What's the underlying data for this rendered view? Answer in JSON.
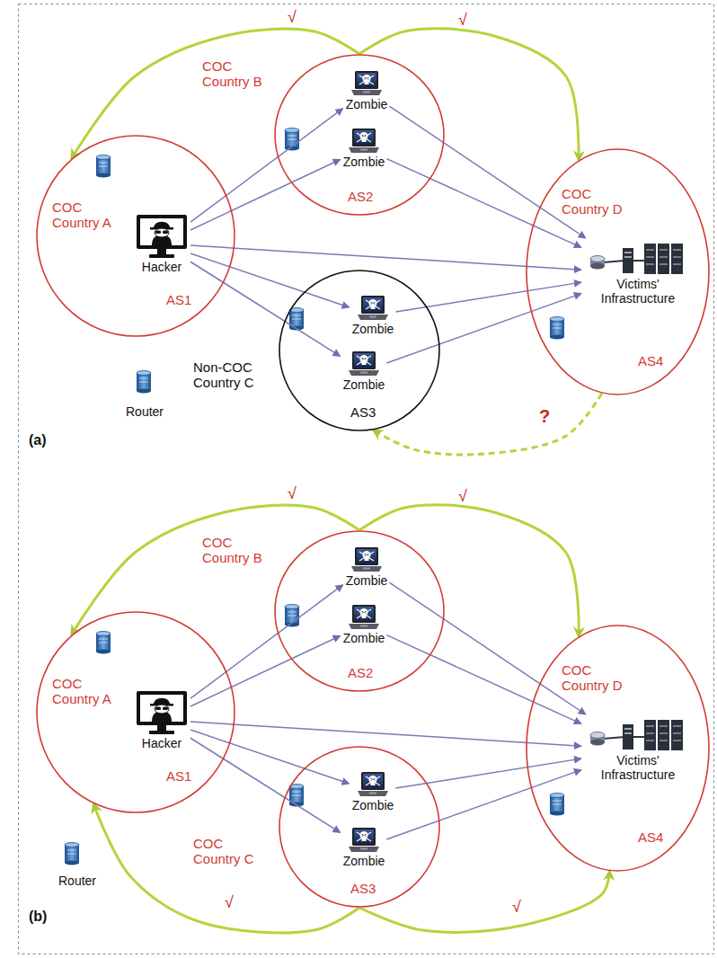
{
  "diagram": {
    "nodes": [
      {
        "text": [
          "(a)"
        ]
      },
      {
        "text": [
          "COC Country A",
          "AS1"
        ],
        "in": 0
      },
      {
        "text": [
          "Hacker"
        ],
        "in": 1
      },
      {
        "text": [
          "COC Country B",
          "AS2"
        ],
        "in": 0
      },
      {
        "text": [
          "Zombie"
        ],
        "in": 3
      },
      {
        "text": [
          "Zombie"
        ],
        "in": 3
      },
      {
        "text": [
          "COC Country D",
          "AS4"
        ],
        "in": 0
      },
      {
        "text": [
          "Victims' Infrastructure"
        ],
        "in": 6
      },
      {
        "text": [
          "Non-COC Country C",
          "AS3"
        ],
        "in": 0
      },
      {
        "text": [
          "Zombie"
        ],
        "in": 8
      },
      {
        "text": [
          "Zombie"
        ],
        "in": 8
      },
      {
        "text": [
          "(b)"
        ]
      },
      {
        "text": [
          "COC Country A",
          "AS1"
        ],
        "in": 11
      },
      {
        "text": [
          "Hacker"
        ],
        "in": 12
      },
      {
        "text": [
          "COC Country B",
          "AS2"
        ],
        "in": 11
      },
      {
        "text": [
          "Zombie"
        ],
        "in": 14
      },
      {
        "text": [
          "Zombie"
        ],
        "in": 14
      },
      {
        "text": [
          "COC Country D",
          "AS4"
        ],
        "in": 11
      },
      {
        "text": [
          "Victims' Infrastructure"
        ],
        "in": 17
      },
      {
        "text": [
          "COC Country C",
          "AS3"
        ],
        "in": 11
      },
      {
        "text": [
          "Zombie"
        ],
        "in": 19
      },
      {
        "text": [
          "Zombie"
        ],
        "in": 19
      }
    ],
    "edges": [
      {
        "from": 2,
        "to": 4,
        "arrow": "to"
      },
      {
        "from": 2,
        "to": 5,
        "arrow": "to"
      },
      {
        "from": 2,
        "to": 9,
        "arrow": "to"
      },
      {
        "from": 2,
        "to": 10,
        "arrow": "to"
      },
      {
        "from": 4,
        "to": 7,
        "arrow": "to"
      },
      {
        "from": 5,
        "to": 7,
        "arrow": "to"
      },
      {
        "from": 9,
        "to": 7,
        "arrow": "to"
      },
      {
        "from": 10,
        "to": 7,
        "arrow": "to"
      },
      {
        "from": 2,
        "to": 7,
        "arrow": "to"
      },
      {
        "from": 3,
        "to": 1,
        "arrow": "to",
        "label": "√"
      },
      {
        "from": 3,
        "to": 6,
        "arrow": "to",
        "label": "√"
      },
      {
        "from": 6,
        "to": 8,
        "arrow": "to",
        "label": "?"
      },
      {
        "from": 13,
        "to": 15,
        "arrow": "to"
      },
      {
        "from": 13,
        "to": 16,
        "arrow": "to"
      },
      {
        "from": 13,
        "to": 20,
        "arrow": "to"
      },
      {
        "from": 13,
        "to": 21,
        "arrow": "to"
      },
      {
        "from": 15,
        "to": 18,
        "arrow": "to"
      },
      {
        "from": 16,
        "to": 18,
        "arrow": "to"
      },
      {
        "from": 20,
        "to": 18,
        "arrow": "to"
      },
      {
        "from": 21,
        "to": 18,
        "arrow": "to"
      },
      {
        "from": 13,
        "to": 18,
        "arrow": "to"
      },
      {
        "from": 14,
        "to": 12,
        "arrow": "to",
        "label": "√"
      },
      {
        "from": 14,
        "to": 17,
        "arrow": "to",
        "label": "√"
      },
      {
        "from": 19,
        "to": 12,
        "arrow": "to",
        "label": "√"
      },
      {
        "from": 19,
        "to": 17,
        "arrow": "to",
        "label": "√"
      }
    ],
    "labels": [
      "Router",
      "Router"
    ]
  }
}
